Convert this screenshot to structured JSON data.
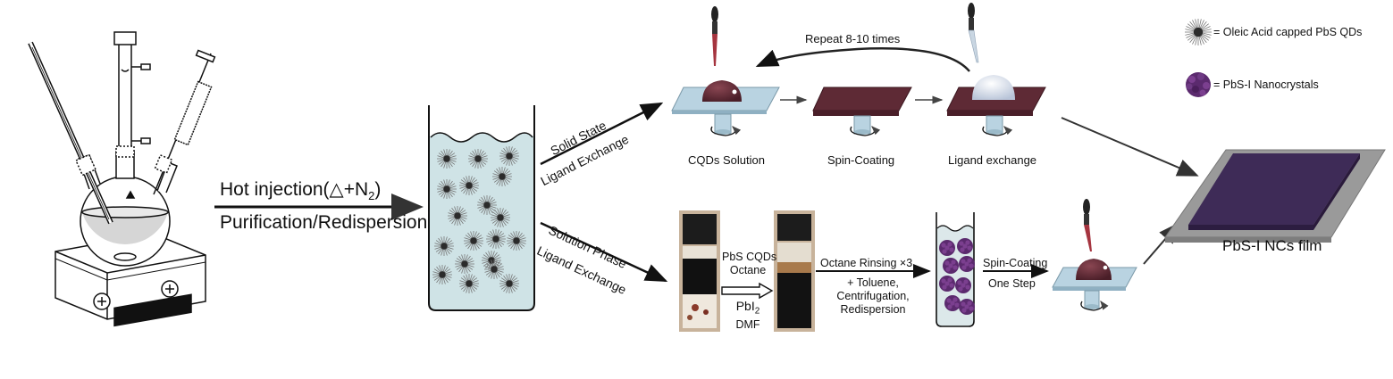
{
  "step1": {
    "arrow_top": "Hot injection(△+N",
    "arrow_top_sub": "2",
    "arrow_top_end": ")",
    "arrow_bottom": "Purification/Redispersion"
  },
  "solid_route": {
    "line1": "Solid State",
    "line2": "Ligand Exchange",
    "repeat_label": "Repeat 8-10 times",
    "stages": [
      "CQDs Solution",
      "Spin-Coating",
      "Ligand exchange"
    ]
  },
  "solution_route": {
    "line1": "Solution Phase",
    "line2": "Ligand Exchange",
    "vial_top_1": "PbS CQDs",
    "vial_top_2": "Octane",
    "vial_bottom_1": "PbI",
    "vial_bottom_1_sub": "2",
    "vial_bottom_2": "DMF",
    "rinse_line1": "Octane Rinsing ×3",
    "rinse_line2": "+ Toluene,",
    "rinse_line3": "Centrifugation,",
    "rinse_line4": "Redispersion",
    "spin_line1": "Spin-Coating",
    "spin_line2": "One Step"
  },
  "legend": {
    "qd": "= Oleic Acid capped PbS QDs",
    "nc": "= PbS-I Nanocrystals"
  },
  "result": {
    "film_label": "PbS-I NCs film"
  },
  "colors": {
    "substrate": "#b9d3e1",
    "film": "#5e2a35",
    "droplet": "#6a2d38",
    "solution": "#cfe3e6",
    "nc": "#5b2a6e",
    "final_film": "#3e2b57"
  }
}
